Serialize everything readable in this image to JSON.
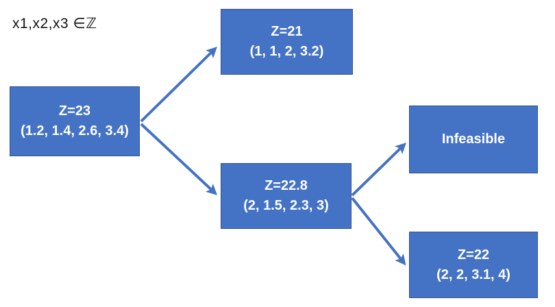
{
  "annotation": {
    "text": "x1,x2,x3 ∈ℤ"
  },
  "colors": {
    "node_fill": "#4472C4",
    "node_border": "#2F528F",
    "arrow": "#4472C4",
    "node_text": "#FFFFFF",
    "background": "#FFFFFF",
    "annotation_text": "#111111"
  },
  "nodes": {
    "root": {
      "line1": "Z=23",
      "line2": "(1.2, 1.4, 2.6, 3.4)"
    },
    "branch_z21": {
      "line1": "Z=21",
      "line2": "(1, 1, 2, 3.2)"
    },
    "branch_z228": {
      "line1": "Z=22.8",
      "line2": "(2, 1.5, 2.3, 3)"
    },
    "infeasible": {
      "line1": "Infeasible",
      "line2": ""
    },
    "branch_z22": {
      "line1": "Z=22",
      "line2": "(2, 2, 3.1, 4)"
    }
  }
}
